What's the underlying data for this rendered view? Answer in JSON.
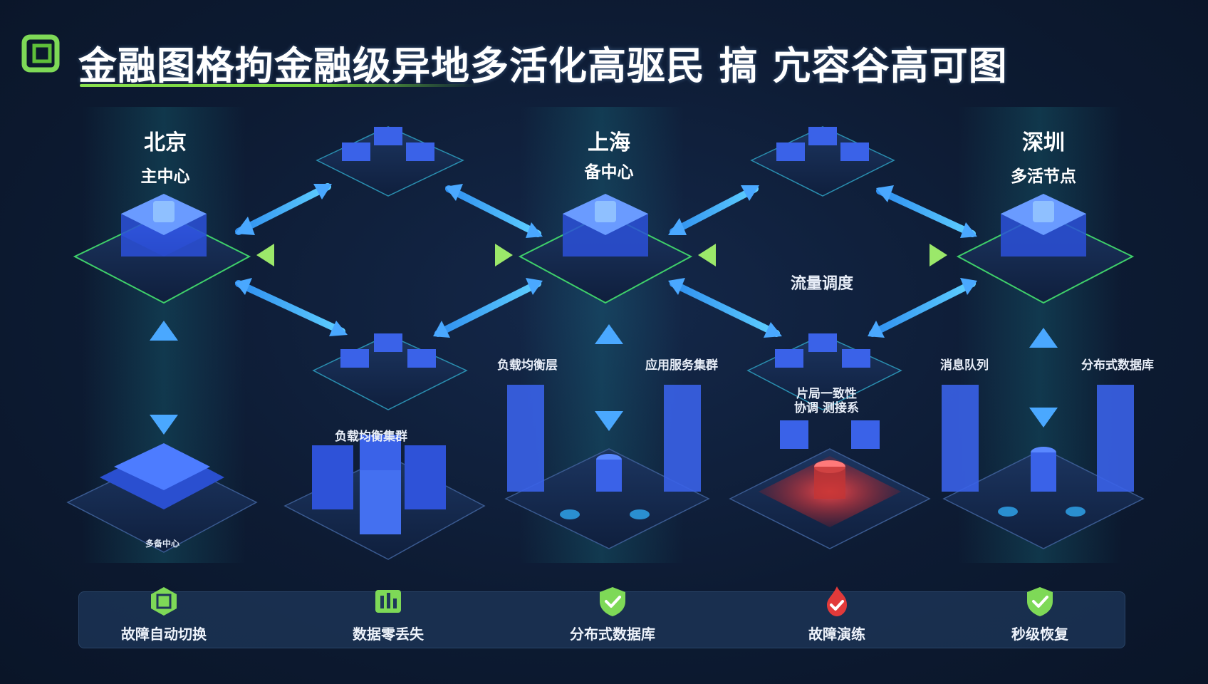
{
  "header": {
    "title": "金融图格拘金融级异地多活化高驱民 搞 宂容谷高可图"
  },
  "sites": [
    {
      "id": "beijing",
      "city": "北京",
      "role": "主中心"
    },
    {
      "id": "shanghai",
      "city": "上海",
      "role": "备中心"
    },
    {
      "id": "shenzhen",
      "city": "深圳",
      "role": "多活节点"
    }
  ],
  "labels": {
    "traffic_scheduling": "流量调度",
    "load_balancer_layer": "负载均衡层",
    "app_service_cluster": "应用服务集群",
    "message_queue": "消息队列",
    "distributed_db_top": "分布式数据库",
    "consistency": "片局一致性",
    "coordination": "协调 测接系",
    "lb_cluster_blurry": "负载均衡集群",
    "backup_center_small": "多备中心"
  },
  "features": [
    {
      "label": "故障自动切换",
      "icon": "square-badge-icon",
      "color": "#7ed957"
    },
    {
      "label": "数据零丢失",
      "icon": "bars-badge-icon",
      "color": "#7ed957"
    },
    {
      "label": "分布式数据库",
      "icon": "check-shield-icon",
      "color": "#7ed957"
    },
    {
      "label": "故障演练",
      "icon": "flame-check-icon",
      "color": "#e23a3a"
    },
    {
      "label": "秒级恢复",
      "icon": "check-shield-icon",
      "color": "#7ed957"
    }
  ],
  "colors": {
    "accent_green": "#7ed957",
    "arrow_blue": "#4fb8ff",
    "alert_red": "#e23a3a",
    "panel_bg": "#1e375a"
  }
}
